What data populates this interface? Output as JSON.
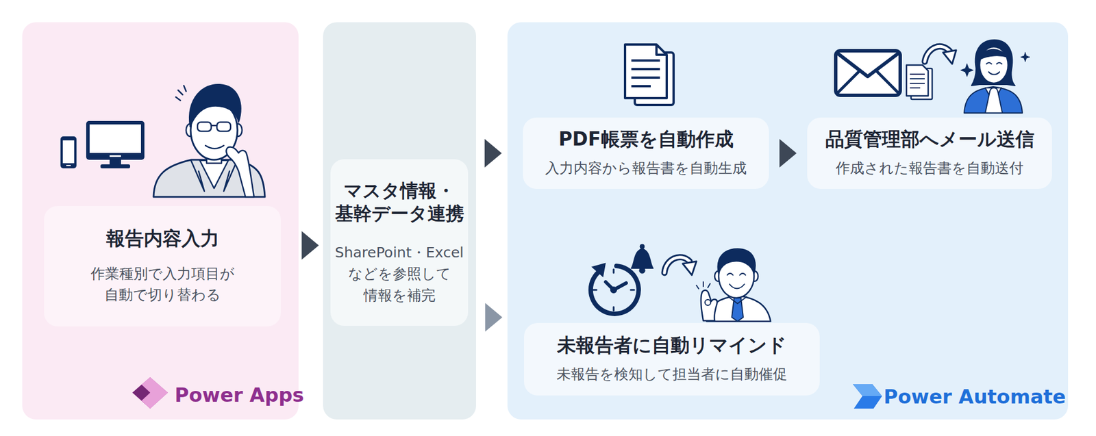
{
  "diagram": {
    "nodes": [
      {
        "text": [
          "Power Apps"
        ]
      },
      {
        "text": [
          "報告内容入力",
          "作業種別で入力項目が 自動で切り替わる"
        ],
        "in": 0
      },
      {
        "text": [
          "マスタ情報・ 基幹データ連携",
          "SharePoint・Excel などを参照して 情報を補完"
        ]
      },
      {
        "text": [
          "Power Automate"
        ]
      },
      {
        "text": [
          "PDF帳票を自動作成",
          "入力内容から報告書を自動生成"
        ],
        "in": 3
      },
      {
        "text": [
          "品質管理部へメール送信",
          "作成された報告書を自動送付"
        ],
        "in": 3
      },
      {
        "text": [
          "未報告者に自動リマインド",
          "未報告を検知して担当者に自動催促"
        ],
        "in": 3
      }
    ],
    "edges": [
      {
        "from": 1,
        "to": 2,
        "arrow": "to"
      },
      {
        "from": 2,
        "to": 4,
        "arrow": "to"
      },
      {
        "from": 2,
        "to": 6,
        "arrow": "to"
      },
      {
        "from": 4,
        "to": 5,
        "arrow": "to"
      }
    ]
  }
}
